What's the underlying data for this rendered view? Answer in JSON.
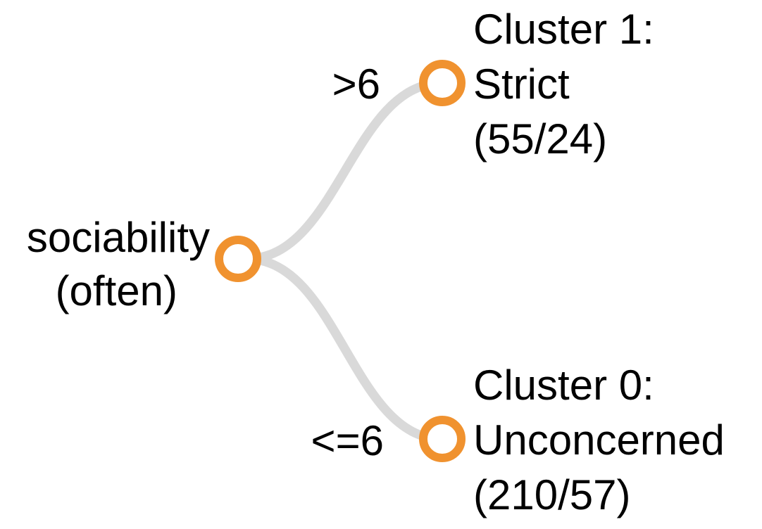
{
  "colors": {
    "node": "#F0922F",
    "link": "#D9D9D9",
    "text": "#000000",
    "background": "#FFFFFF"
  },
  "root": {
    "label_line1": "sociability",
    "label_line2": "(often)"
  },
  "branches": [
    {
      "condition": ">6",
      "leaf": {
        "label_line1": "Cluster 1:",
        "label_line2": "Strict",
        "label_line3": "(55/24)"
      }
    },
    {
      "condition": "<=6",
      "leaf": {
        "label_line1": "Cluster 0:",
        "label_line2": "Unconcerned",
        "label_line3": "(210/57)"
      }
    }
  ]
}
